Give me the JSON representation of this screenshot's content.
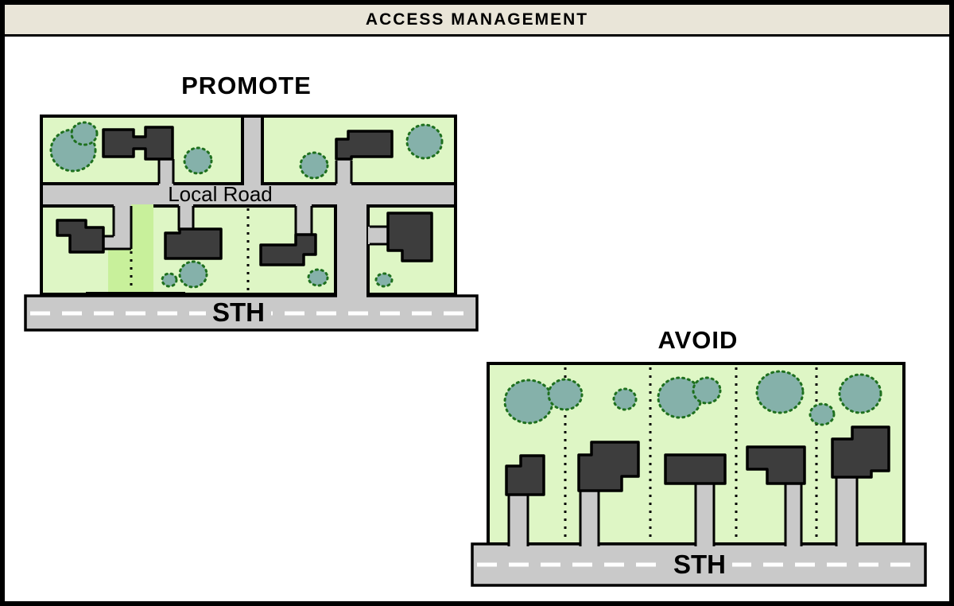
{
  "header": {
    "title": "ACCESS MANAGEMENT"
  },
  "diagrams": {
    "promote": {
      "title": "PROMOTE",
      "road_labels": {
        "local_road": "Local Road",
        "highway": "STH"
      }
    },
    "avoid": {
      "title": "AVOID",
      "road_labels": {
        "highway": "STH"
      }
    }
  },
  "colors": {
    "header_bg": "#e9e5d8",
    "lot_green": "#def6c5",
    "highlight_green": "#c8f09b",
    "road_gray": "#c9c9c9",
    "house_gray": "#3d3d3d",
    "tree_fill": "#85b1aa",
    "tree_edge": "#1e701e",
    "frame_black": "#000000"
  }
}
